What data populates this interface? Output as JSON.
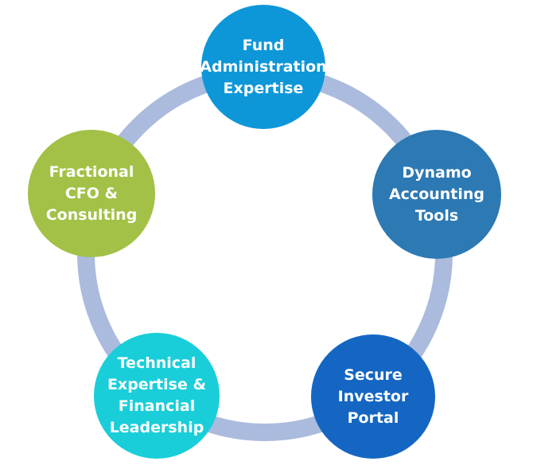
{
  "diagram": {
    "ring_color": "#aabbdd",
    "nodes": [
      {
        "id": "fund-administration",
        "color": "#0d97d8",
        "lines": [
          "Fund",
          "Administration",
          "Expertise"
        ]
      },
      {
        "id": "dynamo-accounting",
        "color": "#2c79b4",
        "lines": [
          "Dynamo",
          "Accounting",
          "Tools"
        ]
      },
      {
        "id": "secure-investor-portal",
        "color": "#1466c2",
        "lines": [
          "Secure",
          "Investor",
          "Portal"
        ]
      },
      {
        "id": "technical-expertise",
        "color": "#19ced9",
        "lines": [
          "Technical",
          "Expertise &",
          "Financial",
          "Leadership"
        ]
      },
      {
        "id": "fractional-cfo",
        "color": "#a2c146",
        "lines": [
          "Fractional",
          "CFO &",
          "Consulting"
        ]
      }
    ]
  }
}
